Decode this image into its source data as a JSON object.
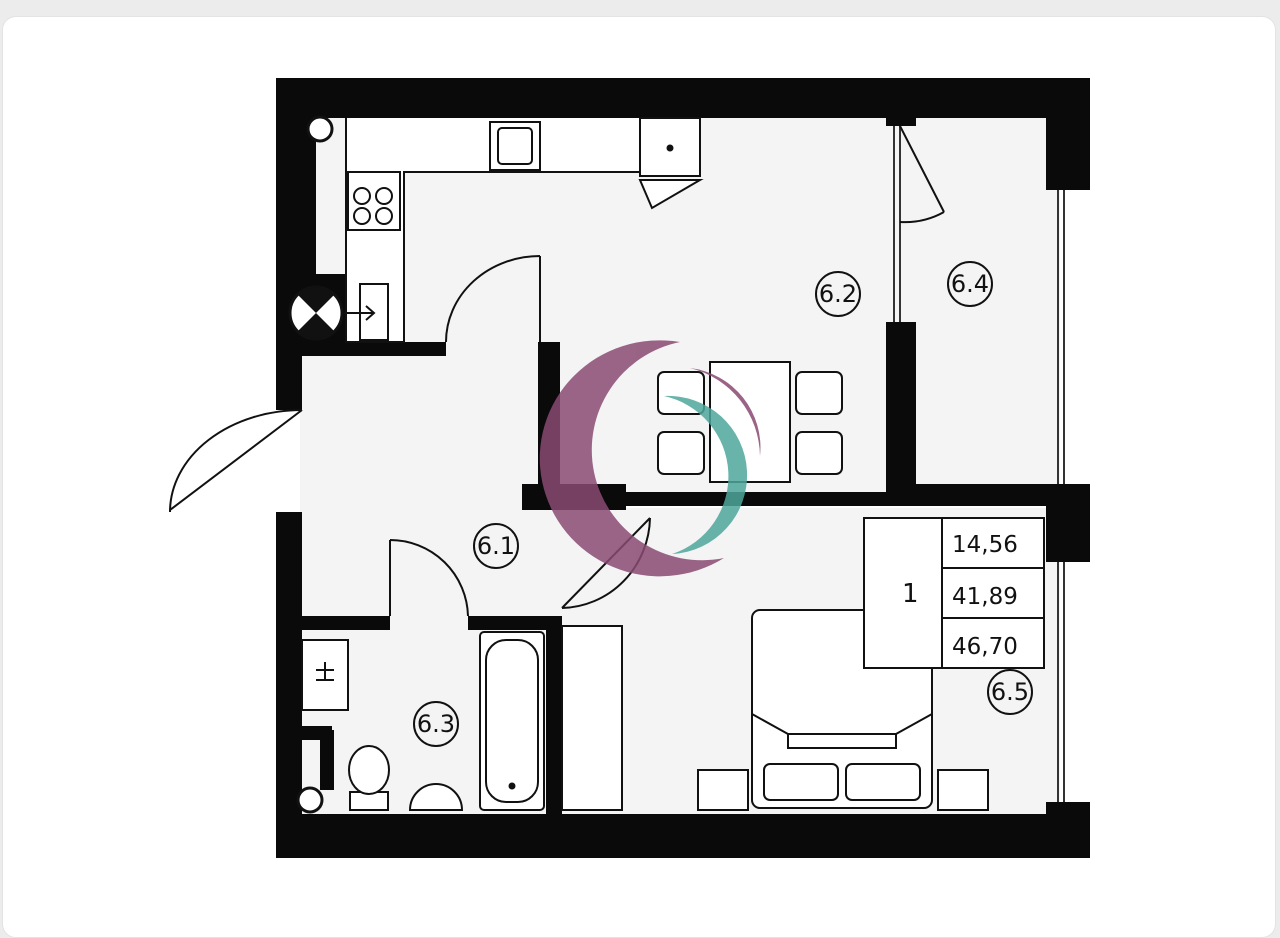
{
  "rooms": [
    {
      "id": "hall",
      "label": "6.1"
    },
    {
      "id": "kitchen",
      "label": "6.2"
    },
    {
      "id": "bathroom",
      "label": "6.3"
    },
    {
      "id": "balcony",
      "label": "6.4"
    },
    {
      "id": "bedroom",
      "label": "6.5"
    }
  ],
  "summary": {
    "unit_number": "1",
    "living_area": "14,56",
    "total_area": "41,89",
    "gross_area": "46,70"
  },
  "colors": {
    "wall": "#0a0a0a",
    "floor": "#f4f4f4",
    "watermark_outer": "#8a4a72",
    "watermark_inner": "#4ea79c"
  }
}
